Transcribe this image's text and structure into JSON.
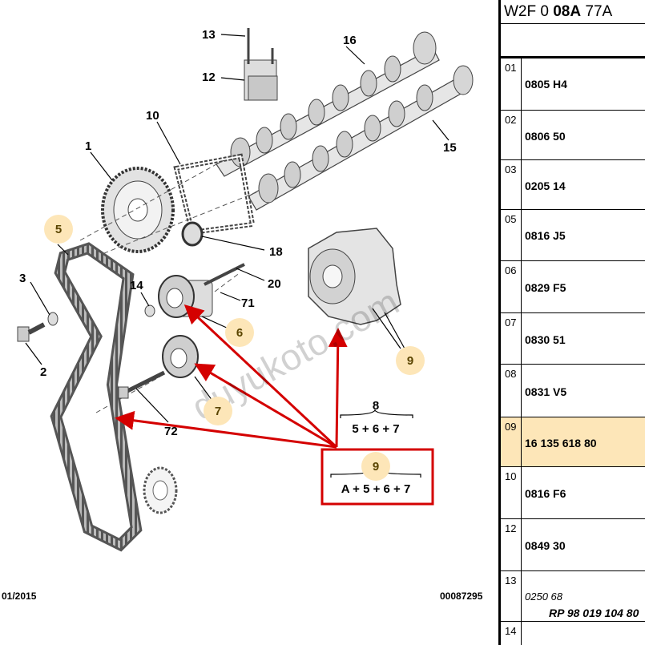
{
  "header": {
    "code_prefix": "W2F 0 ",
    "code_bold": "08A",
    "code_suffix": " 77A"
  },
  "callouts": {
    "n1": "1",
    "n2": "2",
    "n3": "3",
    "n10": "10",
    "n12": "12",
    "n13": "13",
    "n14": "14",
    "n15": "15",
    "n16": "16",
    "n18": "18",
    "n20": "20",
    "n71": "71",
    "n72": "72"
  },
  "highlighted": {
    "h5": "5",
    "h6": "6",
    "h7": "7",
    "h9": "9",
    "box9": "9"
  },
  "formulas": {
    "f8_label": "8",
    "f8_expr": "5 + 6 + 7",
    "f9_expr": "A + 5 + 6 + 7"
  },
  "footer": {
    "date": "01/2015",
    "ref": "00087295"
  },
  "watermark": "duyukoto.com",
  "parts_table": {
    "rows": [
      {
        "num": "01",
        "value": "0805 H4"
      },
      {
        "num": "02",
        "value": "0806 50"
      },
      {
        "num": "03",
        "value": "0205 14"
      },
      {
        "num": "05",
        "value": "0816 J5"
      },
      {
        "num": "06",
        "value": "0829 F5"
      },
      {
        "num": "07",
        "value": "0830 51"
      },
      {
        "num": "08",
        "value": "0831 V5"
      },
      {
        "num": "09",
        "value": "16 135 618 80"
      },
      {
        "num": "10",
        "value": "0816 F6"
      },
      {
        "num": "12",
        "value": "0849 30"
      },
      {
        "num": "13",
        "value": "0250 68",
        "value2": "RP 98 019 104 80"
      },
      {
        "num": "14",
        "value": ""
      }
    ]
  },
  "colors": {
    "highlight": "#fde6b8",
    "arrow": "#d40000"
  }
}
